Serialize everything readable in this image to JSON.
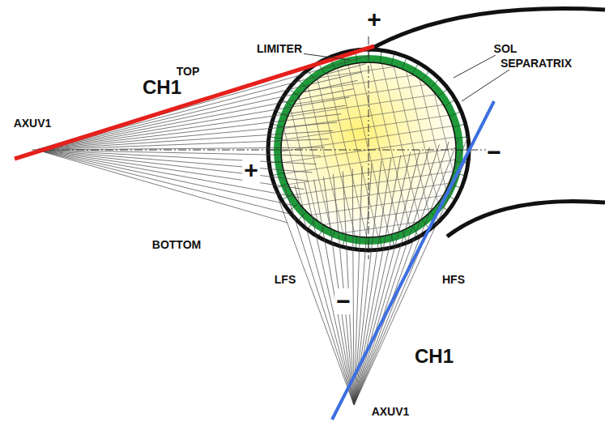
{
  "diagram": {
    "labels": [
      "+",
      "LIMITER",
      "TOP",
      "CH1",
      "AXUV1",
      "SOL",
      "SEPARATRIX",
      "−",
      "+",
      "BOTTOM",
      "LFS",
      "HFS",
      "−",
      "CH1",
      "AXUV1"
    ]
  }
}
